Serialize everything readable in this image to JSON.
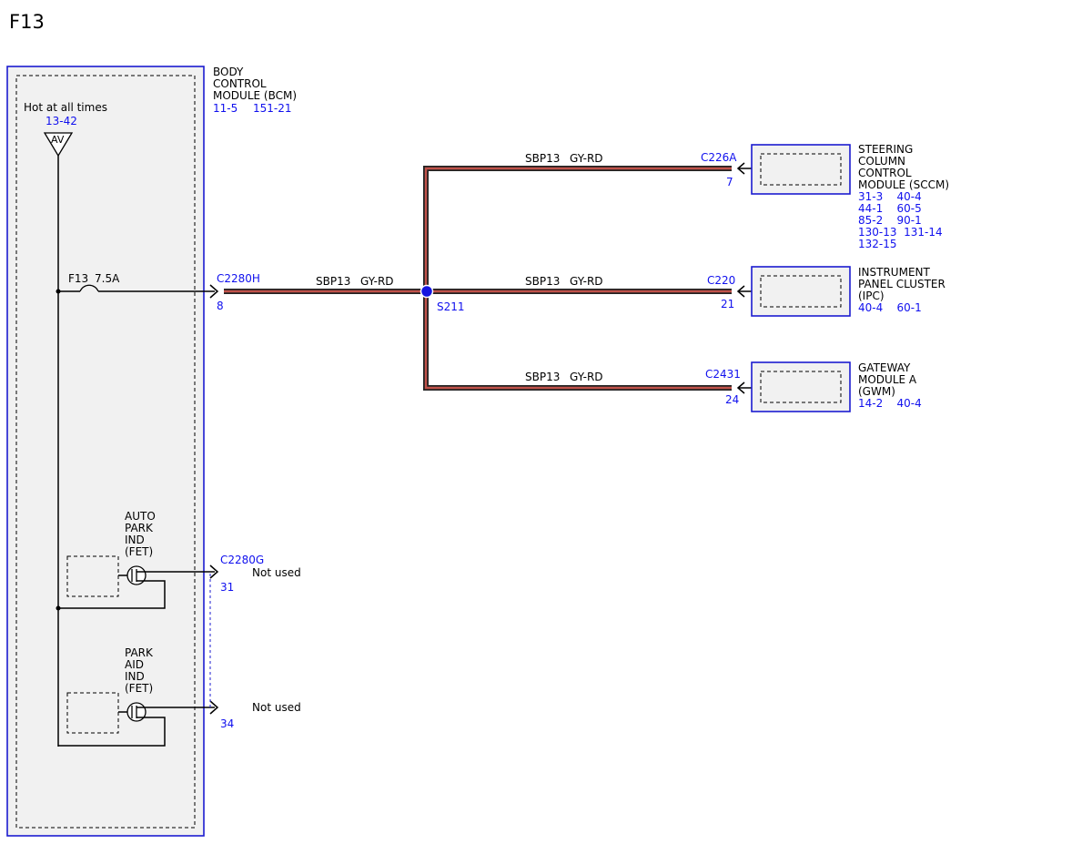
{
  "page_title": "F13",
  "bcm": {
    "name_lines": [
      "BODY",
      "CONTROL",
      "MODULE (BCM)"
    ],
    "refs": [
      "11-5",
      "151-21"
    ],
    "hot_label": "Hot at all times",
    "hot_ref": "13-42",
    "av_label": "AV",
    "fuse_name": "F13",
    "fuse_rating": "7.5A",
    "auto_park_lines": [
      "AUTO",
      "PARK",
      "IND",
      "(FET)"
    ],
    "park_aid_lines": [
      "PARK",
      "AID",
      "IND",
      "(FET)"
    ]
  },
  "connectors": {
    "c2280h": {
      "name": "C2280H",
      "pin": "8"
    },
    "c2280g": {
      "name": "C2280G",
      "pin_1": "31",
      "pin_2": "34",
      "not_used_1": "Not used",
      "not_used_2": "Not used"
    }
  },
  "wires": {
    "main": {
      "circuit": "SBP13",
      "color": "GY-RD"
    },
    "sccm": {
      "circuit": "SBP13",
      "color": "GY-RD"
    },
    "ipc": {
      "circuit": "SBP13",
      "color": "GY-RD"
    },
    "gwm": {
      "circuit": "SBP13",
      "color": "GY-RD"
    }
  },
  "splice": {
    "name": "S211"
  },
  "modules": {
    "sccm": {
      "connector": "C226A",
      "pin": "7",
      "name_lines": [
        "STEERING",
        "COLUMN",
        "CONTROL",
        "MODULE (SCCM)"
      ],
      "ref_lines": [
        "31-3    40-4",
        "44-1    60-5",
        "85-2    90-1",
        "130-13  131-14",
        "132-15"
      ]
    },
    "ipc": {
      "connector": "C220",
      "pin": "21",
      "name_lines": [
        "INSTRUMENT",
        "PANEL CLUSTER",
        "(IPC)"
      ],
      "ref_lines": [
        "40-4    60-1"
      ]
    },
    "gwm": {
      "connector": "C2431",
      "pin": "24",
      "name_lines": [
        "GATEWAY",
        "MODULE A",
        "(GWM)"
      ],
      "ref_lines": [
        "14-2    40-4"
      ]
    }
  },
  "colors": {
    "reference_blue": "#1010ee",
    "module_border": "#1c1cd0",
    "wire_stripe": "#c0524a",
    "splice_dot": "#1515e0"
  }
}
